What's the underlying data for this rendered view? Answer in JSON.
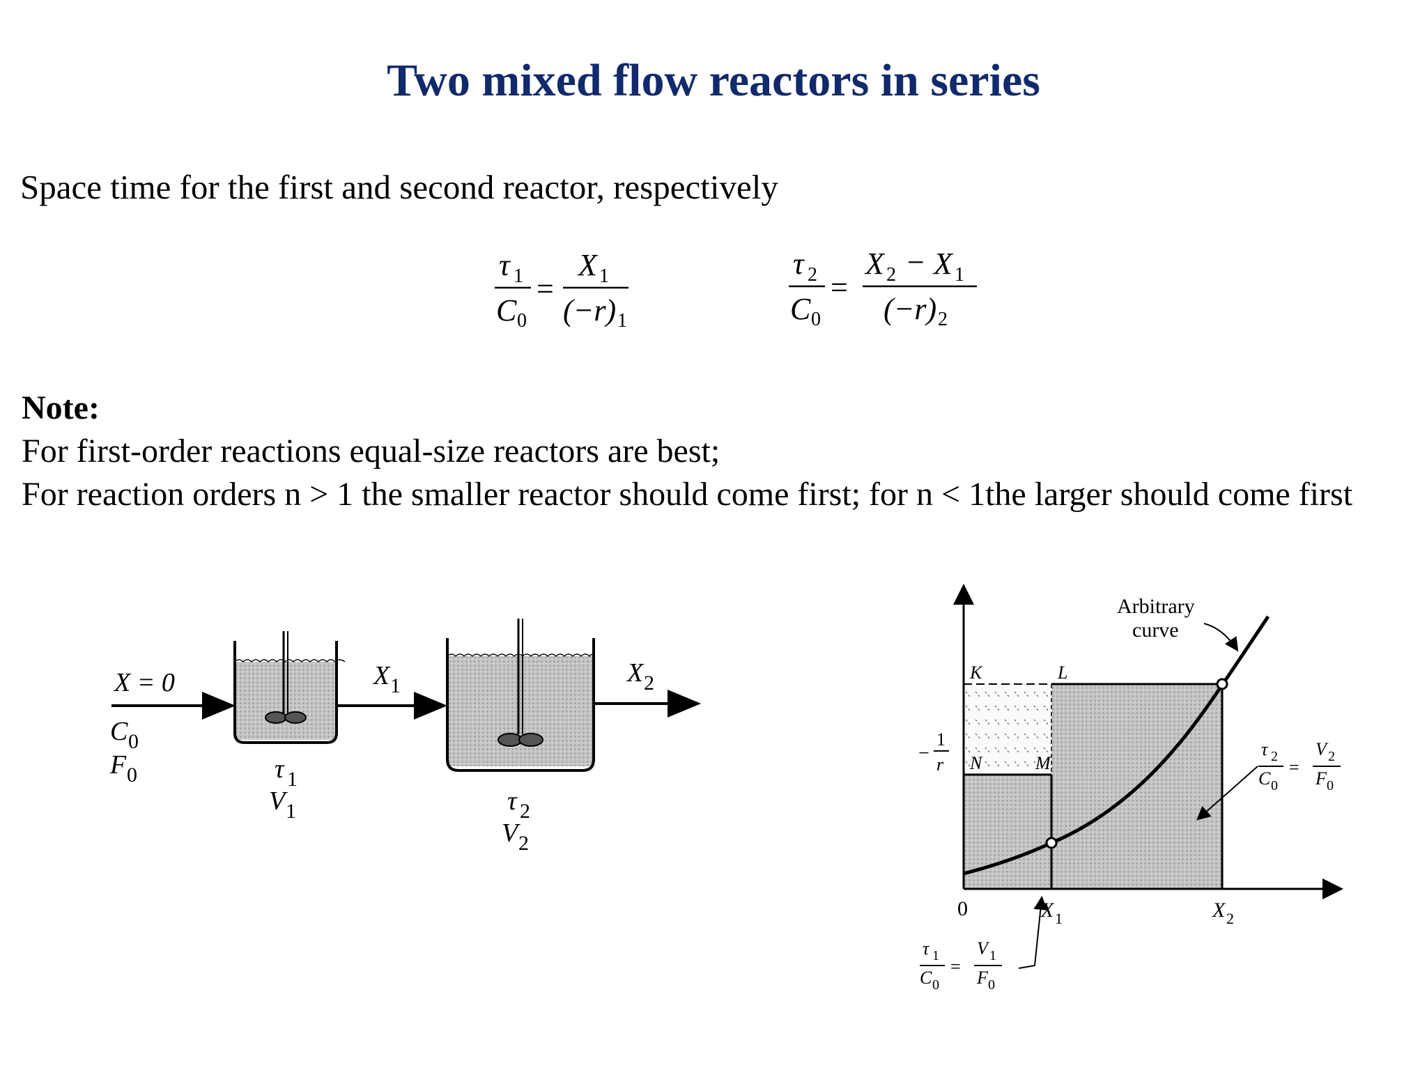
{
  "slide": {
    "title": "Two mixed flow reactors in series",
    "intro": "Space time for the first and second reactor, respectively"
  },
  "equations": {
    "eq1": {
      "lhs_num": "τ",
      "lhs_num_sub": "1",
      "lhs_den": "C",
      "lhs_den_sub": "0",
      "equals": "=",
      "rhs_num": "X",
      "rhs_num_sub": "1",
      "rhs_den": "(−r)",
      "rhs_den_sub": "1"
    },
    "eq2": {
      "lhs_num": "τ",
      "lhs_num_sub": "2",
      "lhs_den": "C",
      "lhs_den_sub": "0",
      "equals": "=",
      "rhs_num_a": "X",
      "rhs_num_a_sub": "2",
      "rhs_minus": "−",
      "rhs_num_b": "X",
      "rhs_num_b_sub": "1",
      "rhs_den": "(−r)",
      "rhs_den_sub": "2"
    }
  },
  "note": {
    "heading": "Note:",
    "line1": "For first-order reactions equal-size reactors are best;",
    "line2": "For reaction orders n > 1 the smaller reactor should come first; for n < 1the larger should come first"
  },
  "reactor_diagram": {
    "feed_label": "X = 0",
    "feed_conc": "C",
    "feed_conc_sub": "0",
    "feed_flow": "F",
    "feed_flow_sub": "0",
    "mid_stream": "X",
    "mid_stream_sub": "1",
    "out_stream": "X",
    "out_stream_sub": "2",
    "r1_tau": "τ",
    "r1_tau_sub": "1",
    "r1_vol": "V",
    "r1_vol_sub": "1",
    "r2_tau": "τ",
    "r2_tau_sub": "2",
    "r2_vol": "V",
    "r2_vol_sub": "2"
  },
  "graph": {
    "curve_label_1": "Arbitrary",
    "curve_label_2": "curve",
    "point_k": "K",
    "point_l": "L",
    "point_n": "N",
    "point_m": "M",
    "y_axis_minus": "−",
    "y_axis_num": "1",
    "y_axis_den": "r",
    "x_origin": "0",
    "x1": "X",
    "x1_sub": "1",
    "x2": "X",
    "x2_sub": "2",
    "area1": {
      "tau": "τ",
      "tau_sub": "1",
      "c": "C",
      "c_sub": "0",
      "eq": "=",
      "v": "V",
      "v_sub": "1",
      "f": "F",
      "f_sub": "0"
    },
    "area2": {
      "tau": "τ",
      "tau_sub": "2",
      "c": "C",
      "c_sub": "0",
      "eq": "=",
      "v": "V",
      "v_sub": "2",
      "f": "F",
      "f_sub": "0"
    },
    "shade_color": "#bdbdbd"
  }
}
